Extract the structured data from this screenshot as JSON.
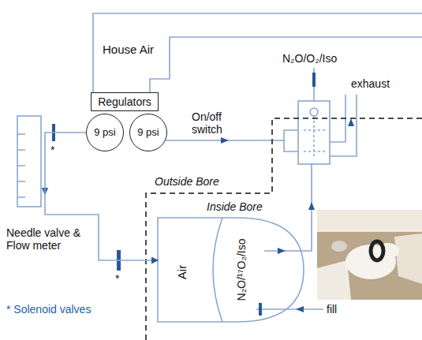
{
  "diagram": {
    "nodes": [
      {
        "text": [
          "Regulators"
        ]
      },
      {
        "text": [
          "9 psi"
        ]
      },
      {
        "text": [
          "9 psi"
        ]
      },
      {
        "text": [
          "Air"
        ]
      },
      {
        "text": [
          "N₂O/¹⁷O₂/Iso"
        ]
      }
    ],
    "edges": [
      {
        "from": 1,
        "to": 3,
        "arrow": "to"
      }
    ],
    "labels": [
      "House Air",
      "N₂O/O₂/Iso",
      "exhaust",
      "On/off switch",
      "Outside Bore",
      "Inside Bore",
      "Needle valve & Flow meter",
      "*",
      "*",
      "* Solenoid valves",
      "fill"
    ]
  }
}
